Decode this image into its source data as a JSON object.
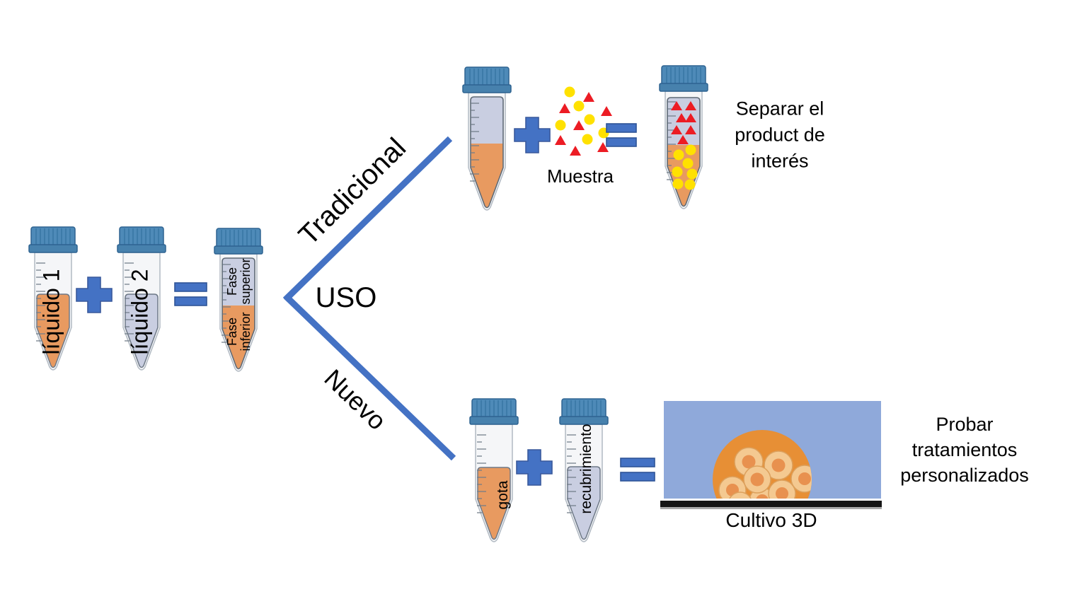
{
  "left_group": {
    "tube1_label": "líquido 1",
    "tube2_label": "líquido 2",
    "result_phase_top": "Fase\nsuperior",
    "result_phase_bottom": "Fase\ninferior"
  },
  "branch": {
    "top_branch_label": "Tradicional",
    "center_label": "USO",
    "bottom_branch_label": "Nuevo"
  },
  "traditional_branch": {
    "sample_label": "Muestra",
    "caption": "Separar el\nproduct de\ninterés"
  },
  "new_branch": {
    "drop_label": "gota",
    "coating_label": "recubrimiento",
    "culture_label": "Cultivo 3D",
    "caption": "Probar\ntratamientos\npersonalizados"
  },
  "icons": {
    "plus": "plus-icon",
    "equals": "equals-icon"
  },
  "colors": {
    "accent_blue": "#4472c4",
    "cap_blue": "#4e8ab8",
    "cap_blue_dark": "#2e6391",
    "glass_fill": "#f5f6f8",
    "orange_liquid": "#e89a60",
    "lavender_liquid": "#c9cee1",
    "red_particle": "#ec1c24",
    "yellow_particle": "#ffe100",
    "culture_background": "#8fa9da",
    "spheroid_orange": "#e78f35",
    "cell_body": "#f4c991",
    "cell_nucleus": "#e8914f",
    "base_bar_black": "#161616"
  }
}
